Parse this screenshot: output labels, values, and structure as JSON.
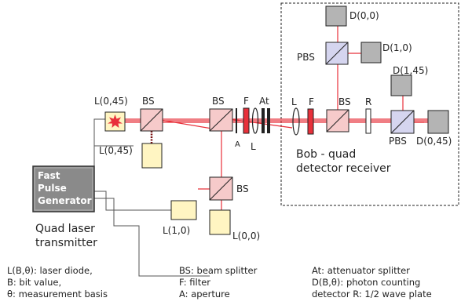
{
  "components": {
    "laser_top": "L(0,45)",
    "laser_lower": "L(0,45)",
    "laser_mid": "L(1,0)",
    "laser_bottom": "L(0,0)",
    "bs_left": "BS",
    "bs_center": "BS",
    "bs_lower": "BS",
    "bs_bob": "BS",
    "filter_tx": "F",
    "attenuator": "At",
    "aperture": "A",
    "lens_tx": "L",
    "lens_rx": "L",
    "filter_rx": "F",
    "waveplate": "R",
    "pbs_top": "PBS",
    "pbs_right": "PBS",
    "detector_00": "D(0,0)",
    "detector_10": "D(1,0)",
    "detector_145": "D(1,45)",
    "detector_045": "D(0,45)"
  },
  "generator": {
    "line1": "Fast",
    "line2": "Pulse",
    "line3": "Generator"
  },
  "transmitter": {
    "line1": "Quad laser",
    "line2": "transmitter"
  },
  "receiver": {
    "line1": "Bob - quad",
    "line2": "detector receiver"
  },
  "legend": {
    "col1": [
      "L(B,θ): laser diode,",
      "B: bit value,",
      "θ: measurement basis"
    ],
    "col2": [
      "BS: beam splitter",
      "F: filter",
      "A: aperture"
    ],
    "col3": [
      "At: attenuator splitter",
      "D(B,θ): photon counting",
      "detector R: 1/2 wave plate"
    ]
  },
  "colors": {
    "beam": "#e8303a",
    "laser_fill": "#fff5c2",
    "splitter_fill": "#f6caca",
    "pbs_fill": "#d5d5ef",
    "detector_fill": "#b4b4b4",
    "generator_fill": "#8a8a8a"
  }
}
